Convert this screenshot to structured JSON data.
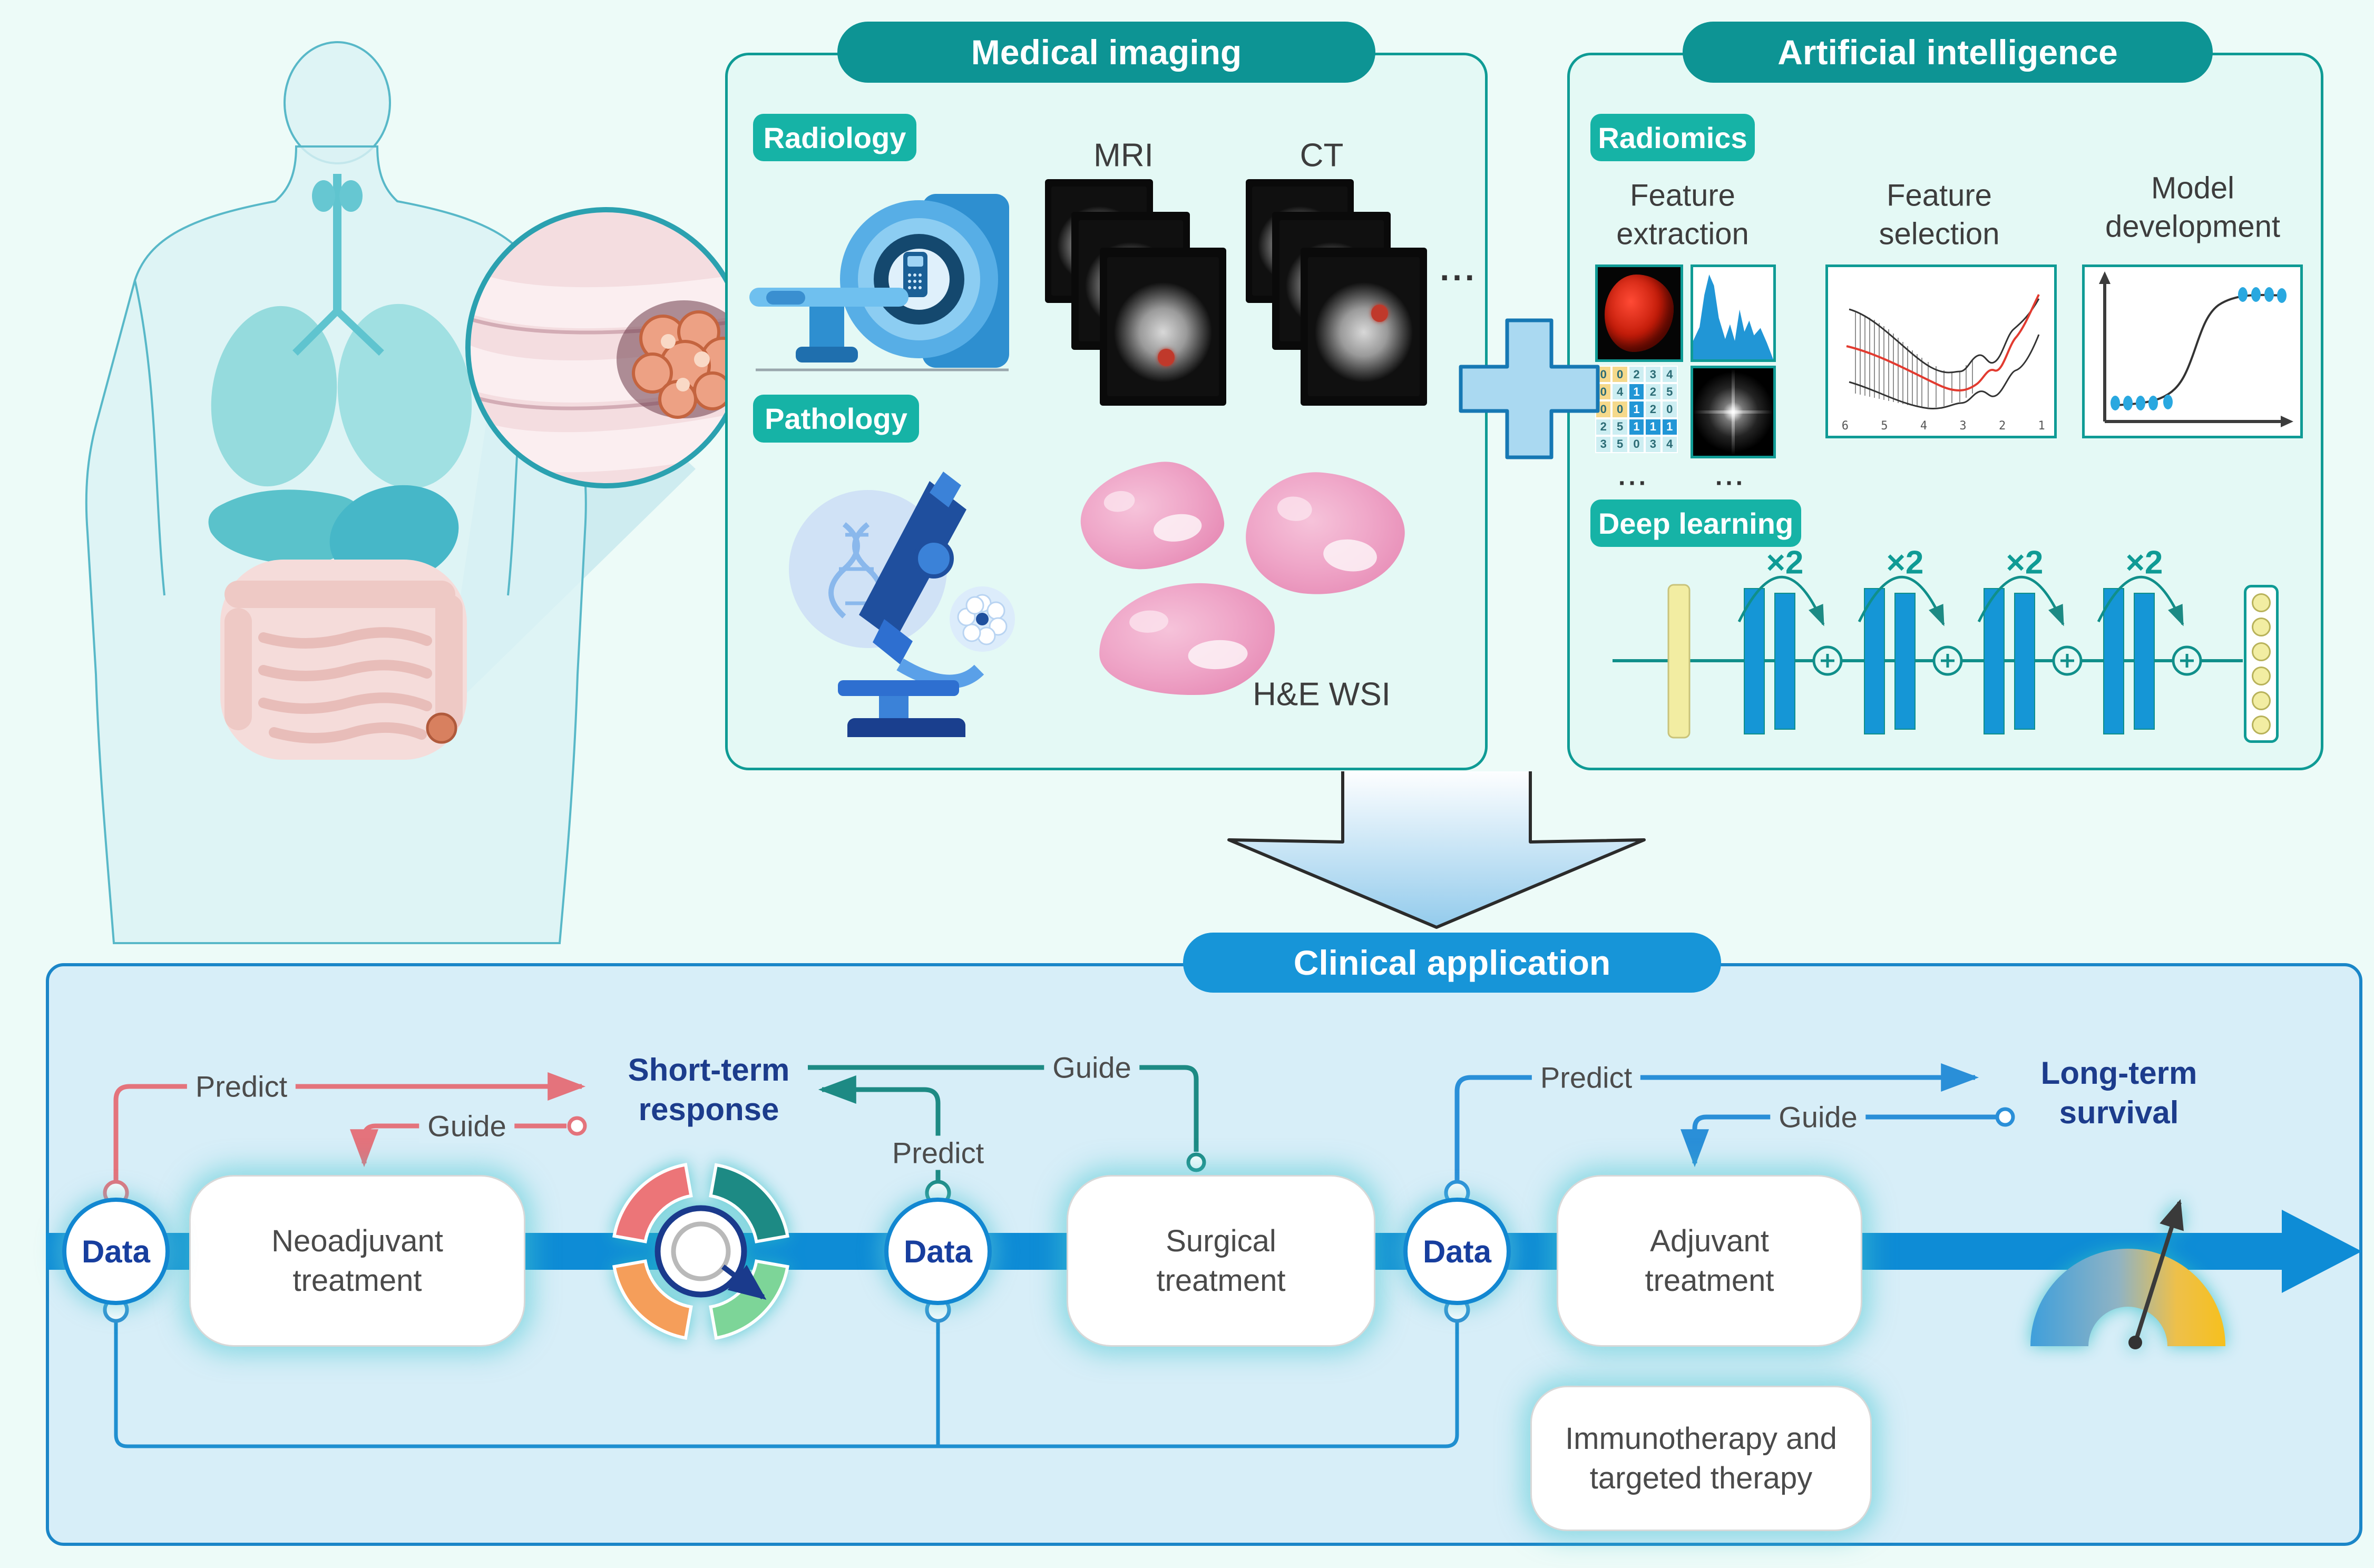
{
  "colors": {
    "teal_dark": "#0d9494",
    "teal_light": "#16b3a6",
    "teal_line": "#108f8a",
    "panel_mint": "#e4f9f5",
    "blue_primary": "#1795d8",
    "band_blue": "#0e8cd6",
    "clinical_bg": "#d7eef8",
    "navy": "#1c3c8c",
    "red": "#e4737c",
    "orange": "#f59e5a",
    "green": "#7dd598",
    "yellow_node": "#f2eda2",
    "text_gray": "#4a4a4a"
  },
  "medical_imaging": {
    "title": "Medical imaging",
    "radiology": "Radiology",
    "pathology": "Pathology",
    "mri": "MRI",
    "ct": "CT",
    "ellipsis": "...",
    "wsi": "H&E WSI"
  },
  "ai": {
    "title": "Artificial intelligence",
    "radiomics": "Radiomics",
    "deep_learning": "Deep learning",
    "columns": [
      "Feature extraction",
      "Feature selection",
      "Model development"
    ],
    "multiplier": "×2",
    "ellipsis": "...",
    "grid_values": [
      [
        0,
        0,
        2,
        3,
        4
      ],
      [
        0,
        4,
        1,
        2,
        5
      ],
      [
        0,
        0,
        1,
        2,
        0
      ],
      [
        2,
        5,
        1,
        1,
        1
      ],
      [
        3,
        5,
        0,
        3,
        4
      ]
    ],
    "grid_colors": [
      [
        "y",
        "y",
        "c",
        "c",
        "c"
      ],
      [
        "y",
        "c",
        "b",
        "c",
        "c"
      ],
      [
        "y",
        "y",
        "b",
        "c",
        "c"
      ],
      [
        "c",
        "c",
        "b",
        "b",
        "b"
      ],
      [
        "c",
        "c",
        "c",
        "c",
        "c"
      ]
    ],
    "selection_ticks": [
      "6",
      "5",
      "4",
      "3",
      "2",
      "1"
    ],
    "output_nodes": 6
  },
  "clinical": {
    "title": "Clinical application",
    "data_label": "Data",
    "predict": "Predict",
    "guide": "Guide",
    "stages": [
      "Neoadjuvant treatment",
      "Surgical treatment",
      "Adjuvant treatment"
    ],
    "adjunct": "Immunotherapy and targeted therapy",
    "short_term": "Short-term response",
    "long_term": "Long-term survival"
  }
}
